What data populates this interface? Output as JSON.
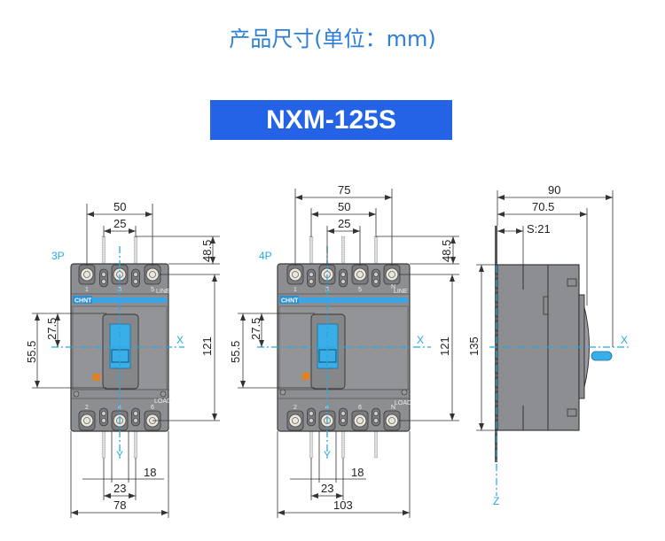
{
  "header": {
    "title": "产品尺寸(单位：mm)",
    "model": "NXM-125S"
  },
  "views": {
    "p3": {
      "label": "3P",
      "dims": {
        "top_outer": "50",
        "top_inner": "25",
        "screw_offset": "48.5",
        "height": "121",
        "left_outer": "55.5",
        "left_inner": "27.5",
        "bottom_a": "18",
        "bottom_b": "23",
        "width": "78"
      },
      "terminals_top": [
        "1",
        "3",
        "5"
      ],
      "terminals_bottom": [
        "2",
        "4",
        "6"
      ],
      "line_label": "LINE",
      "load_label": "LOAD"
    },
    "p4": {
      "label": "4P",
      "dims": {
        "top_outer": "75",
        "top_mid": "50",
        "top_inner": "25",
        "screw_offset": "48.5",
        "height": "121",
        "left_outer": "55.5",
        "left_inner": "27.5",
        "bottom_a": "18",
        "bottom_b": "23",
        "width": "103"
      },
      "terminals_top": [
        "1",
        "3",
        "5",
        "N"
      ],
      "terminals_bottom": [
        "2",
        "4",
        "6",
        "N"
      ],
      "line_label": "LINE",
      "load_label": "LOAD"
    },
    "side": {
      "dims": {
        "depth_total": "90",
        "depth_body": "70.5",
        "s": "S:21",
        "height": "135"
      }
    }
  },
  "axes": {
    "x": "X",
    "y": "Y",
    "z": "Z"
  },
  "brand": "CHNT",
  "colors": {
    "title": "#2b7fd6",
    "banner": "#2563e6",
    "axis": "#29a8e0",
    "body": "#8d8e91",
    "handle": "#3aaee8"
  }
}
